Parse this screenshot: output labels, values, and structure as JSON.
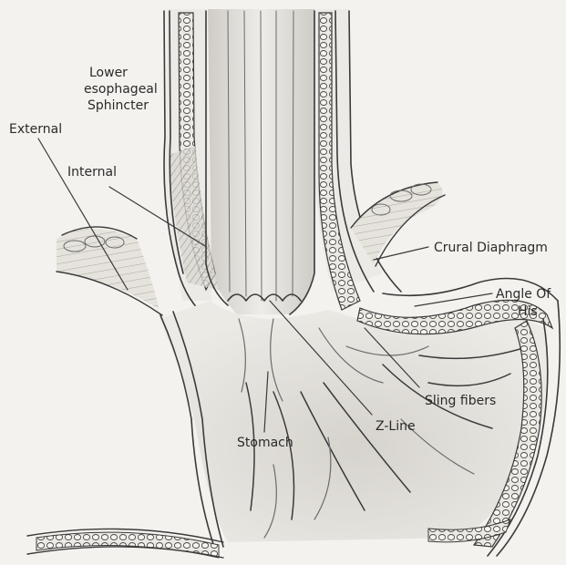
{
  "labels": {
    "les_line1": "Lower",
    "les_line2": "esophageal",
    "les_line3": "Sphincter",
    "external": "External",
    "internal": "Internal",
    "crural": "Crural Diaphragm",
    "angle_line1": "Angle Of",
    "angle_line2": "His",
    "sling": "Sling fibers",
    "zline": "Z-Line",
    "stomach": "Stomach"
  },
  "colors": {
    "paper": "#f4f2ee",
    "ink": "#3a3a3a",
    "shade": "#b9b6b0"
  }
}
